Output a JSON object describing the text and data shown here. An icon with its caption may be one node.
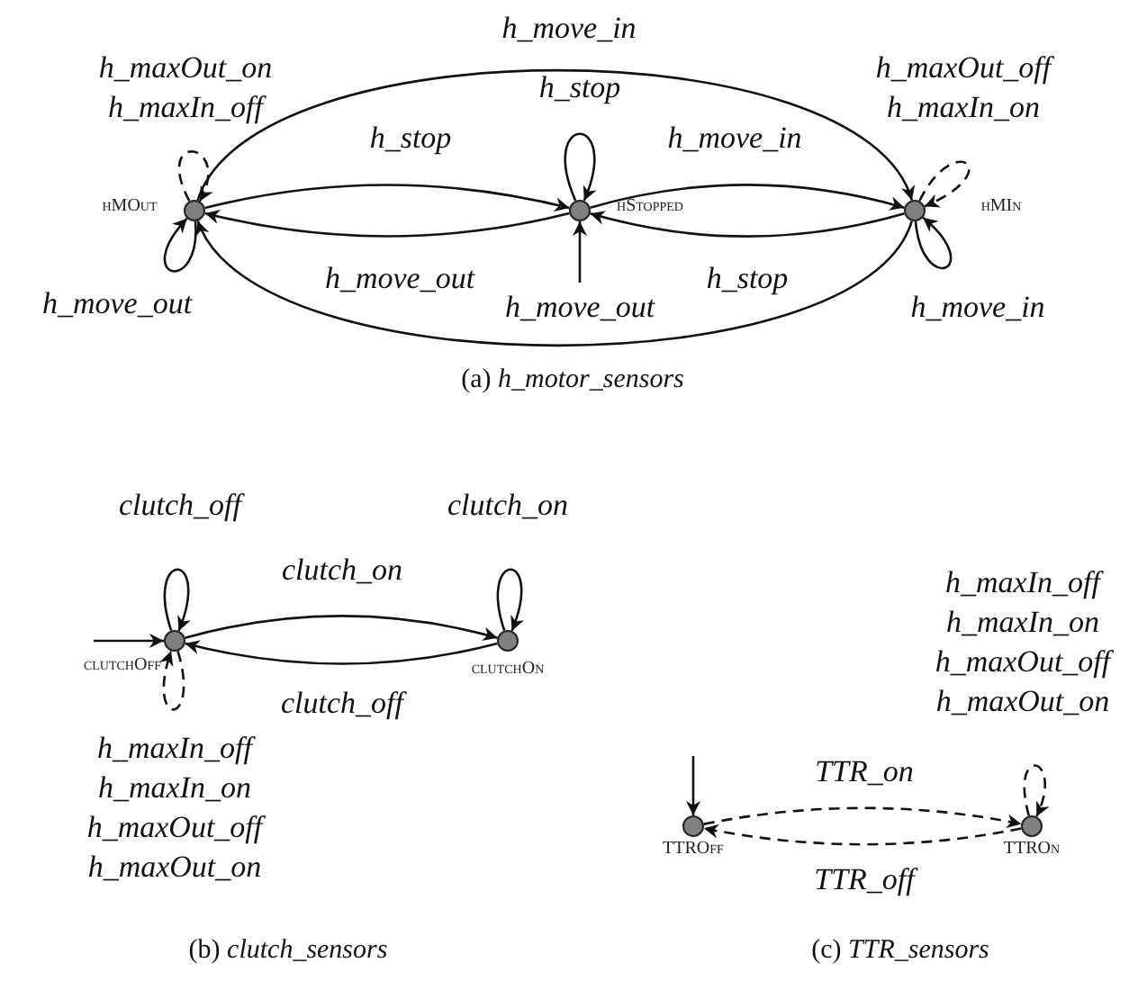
{
  "diagram": {
    "nodes": [
      {
        "text": [],
        "shape": "circle",
        "beside": [
          "hMOut"
        ]
      },
      {
        "text": [],
        "shape": "circle",
        "beside": [
          "hStopped"
        ]
      },
      {
        "text": [],
        "shape": "circle",
        "beside": [
          "hMIn"
        ]
      },
      {
        "text": [],
        "shape": "circle",
        "beside": [
          "clutchOff"
        ]
      },
      {
        "text": [],
        "shape": "circle",
        "beside": [
          "clutchOn"
        ]
      },
      {
        "text": [],
        "shape": "circle",
        "beside": [
          "TTROff"
        ]
      },
      {
        "text": [],
        "shape": "circle",
        "beside": [
          "TTROn"
        ]
      }
    ],
    "edges": [
      {
        "from": 0,
        "to": 0,
        "arrow": "to",
        "label": "h_maxOut_on h_maxIn_off",
        "style": "dashed"
      },
      {
        "from": 0,
        "to": 0,
        "arrow": "to",
        "label": "h_move_out"
      },
      {
        "from": 0,
        "to": 2,
        "arrow": "to",
        "label": "h_move_in"
      },
      {
        "from": 0,
        "to": 1,
        "arrow": "to",
        "label": "h_stop"
      },
      {
        "from": 1,
        "to": 1,
        "arrow": "to",
        "label": "h_stop"
      },
      {
        "from": 1,
        "to": 2,
        "arrow": "to",
        "label": "h_move_in"
      },
      {
        "from": 2,
        "to": 2,
        "arrow": "to",
        "label": "h_maxOut_off h_maxIn_on",
        "style": "dashed"
      },
      {
        "from": 1,
        "to": 0,
        "arrow": "to",
        "label": "h_move_out"
      },
      {
        "from": null,
        "to": 1,
        "arrow": "to"
      },
      {
        "from": 2,
        "to": 1,
        "arrow": "to",
        "label": "h_stop"
      },
      {
        "from": 2,
        "to": 0,
        "arrow": "to",
        "label": "h_move_out"
      },
      {
        "from": 2,
        "to": 2,
        "arrow": "to",
        "label": "h_move_in"
      },
      {
        "from": 3,
        "to": 3,
        "arrow": "to",
        "label": "clutch_off"
      },
      {
        "from": 3,
        "to": 4,
        "arrow": "to",
        "label": "clutch_on"
      },
      {
        "from": 4,
        "to": 4,
        "arrow": "to",
        "label": "clutch_on"
      },
      {
        "from": null,
        "to": 3,
        "arrow": "to"
      },
      {
        "from": 4,
        "to": 3,
        "arrow": "to",
        "label": "clutch_off"
      },
      {
        "from": 3,
        "to": 3,
        "arrow": "to",
        "label": "h_maxIn_off h_maxIn_on h_maxOut_off h_maxOut_on",
        "style": "dashed"
      },
      {
        "from": 6,
        "to": 6,
        "arrow": "to",
        "label": "h_maxIn_off h_maxIn_on h_maxOut_off h_maxOut_on",
        "style": "dashed"
      },
      {
        "from": null,
        "to": 5,
        "arrow": "to"
      },
      {
        "from": 5,
        "to": 6,
        "arrow": "to",
        "label": "TTR_on",
        "style": "dashed"
      },
      {
        "from": 6,
        "to": 5,
        "arrow": "to",
        "label": "TTR_off",
        "style": "dashed"
      }
    ],
    "labels": [
      "(a) *h_motor_sensors*",
      "(b) *clutch_sensors*",
      "(c) *TTR_sensors*"
    ]
  }
}
